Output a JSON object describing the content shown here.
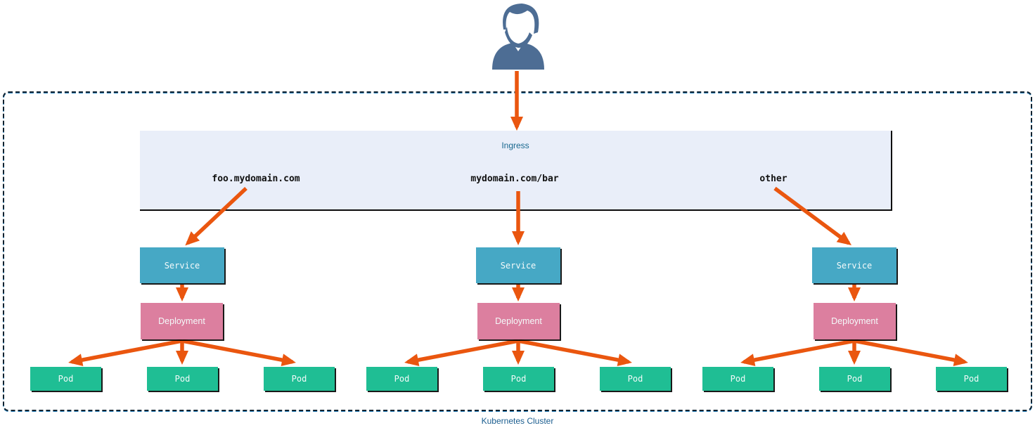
{
  "cluster": {
    "label": "Kubernetes Cluster"
  },
  "ingress": {
    "label": "Ingress",
    "routes": [
      {
        "label": "foo.mydomain.com"
      },
      {
        "label": "mydomain.com/bar"
      },
      {
        "label": "other"
      }
    ]
  },
  "groups": [
    {
      "service": "Service",
      "deployment": "Deployment",
      "pods": [
        "Pod",
        "Pod",
        "Pod"
      ]
    },
    {
      "service": "Service",
      "deployment": "Deployment",
      "pods": [
        "Pod",
        "Pod",
        "Pod"
      ]
    },
    {
      "service": "Service",
      "deployment": "Deployment",
      "pods": [
        "Pod",
        "Pod",
        "Pod"
      ]
    }
  ],
  "icons": {
    "user": "user-silhouette-icon"
  },
  "colors": {
    "arrow": "#ea560f",
    "service_bg": "#46a8c5",
    "deployment_bg": "#dc7f9f",
    "pod_bg": "#1fbe94",
    "ingress_bg": "#e9eef9",
    "ingress_text": "#19688f",
    "route_text": "#111111",
    "cluster_border_blue": "#2e86c1",
    "cluster_border_dark": "#10222f",
    "cluster_text": "#1a5d8f",
    "user_icon": "#4d6d94"
  }
}
